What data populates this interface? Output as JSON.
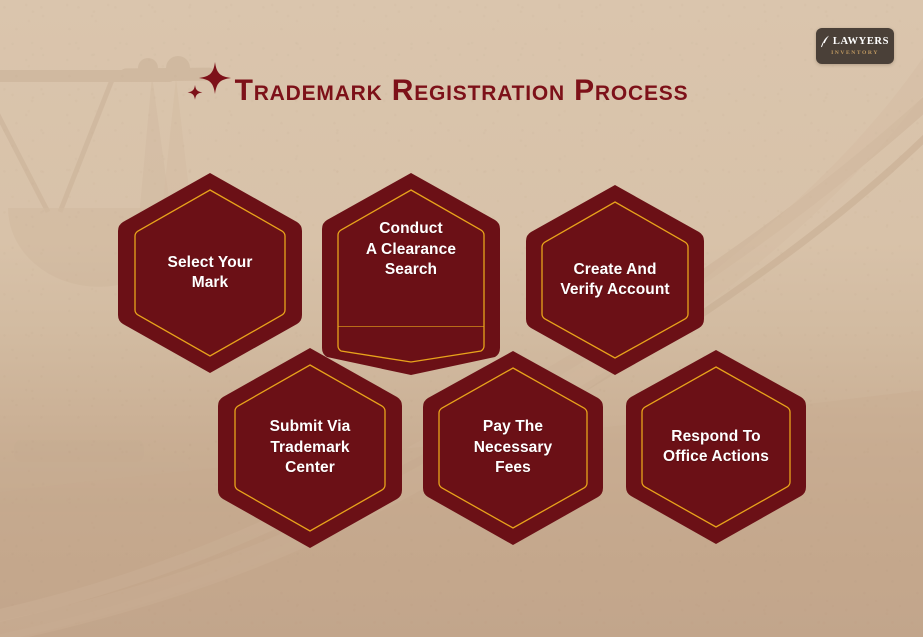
{
  "page": {
    "title": "Trademark Registration Process",
    "background_color": "#d7c0a7",
    "accent_color": "#6b1016",
    "outline_color": "#e8a31b",
    "title_color": "#7d1119",
    "label_color": "#ffffff"
  },
  "logo": {
    "name": "LAWYERS",
    "subtitle": "INVENTORY",
    "background_color": "#4a4038",
    "name_color": "#ffffff",
    "subtitle_color": "#c09a62",
    "icon": "quill-icon"
  },
  "decorations": {
    "sparkle_large": "sparkle-icon",
    "sparkle_small": "sparkle-icon",
    "watermark": "scales-of-justice-watermark",
    "swoosh": "curved-swoosh-lines"
  },
  "steps": [
    {
      "id": 1,
      "label": "Select Your\nMark",
      "row": "top",
      "column": 1
    },
    {
      "id": 2,
      "label": "Conduct\nA Clearance\nSearch",
      "row": "top",
      "column": 2
    },
    {
      "id": 3,
      "label": "Create And\nVerify Account",
      "row": "top",
      "column": 3
    },
    {
      "id": 4,
      "label": "Submit Via\nTrademark\nCenter",
      "row": "bottom",
      "column": 1
    },
    {
      "id": 5,
      "label": "Pay The\nNecessary\nFees",
      "row": "bottom",
      "column": 2
    },
    {
      "id": 6,
      "label": "Respond To\nOffice Actions",
      "row": "bottom",
      "column": 3
    }
  ]
}
